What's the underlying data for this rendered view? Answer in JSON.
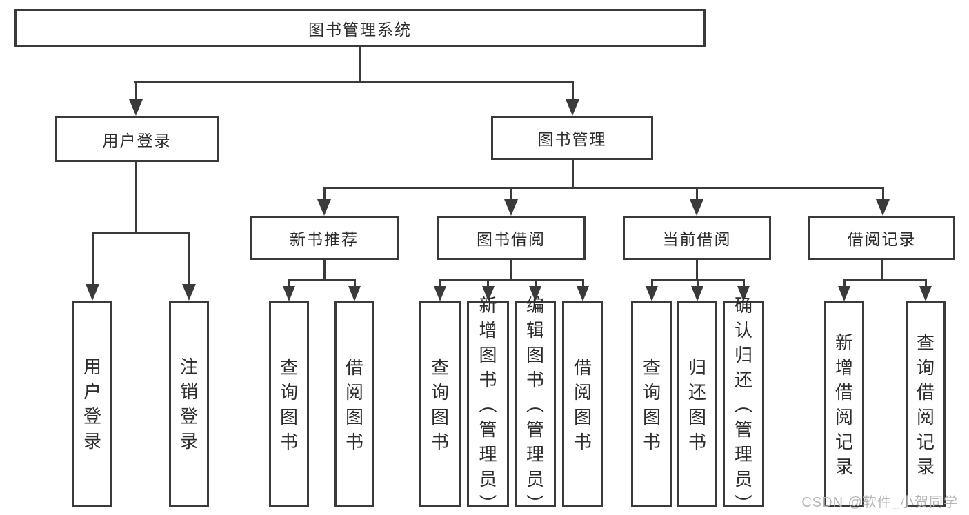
{
  "tree": {
    "root": {
      "label": "图书管理系统"
    },
    "user_login": {
      "label": "用户登录",
      "children": [
        {
          "label": "用户登录"
        },
        {
          "label": "注销登录"
        }
      ]
    },
    "book_management": {
      "label": "图书管理"
    },
    "new_book_recommend": {
      "label": "新书推荐",
      "children": [
        {
          "label": "查询图书"
        },
        {
          "label": "借阅图书"
        }
      ]
    },
    "book_borrow": {
      "label": "图书借阅",
      "children": [
        {
          "label": "查询图书"
        },
        {
          "label": "新增图书（管理员）"
        },
        {
          "label": "编辑图书（管理员）"
        },
        {
          "label": "借阅图书"
        }
      ]
    },
    "current_borrow": {
      "label": "当前借阅",
      "children": [
        {
          "label": "查询图书"
        },
        {
          "label": "归还图书"
        },
        {
          "label": "确认归还（管理员）"
        }
      ]
    },
    "borrow_records": {
      "label": "借阅记录",
      "children": [
        {
          "label": "新增借阅记录"
        },
        {
          "label": "查询借阅记录"
        }
      ]
    }
  },
  "watermark": "CSDN @软件_小贺同学",
  "colors": {
    "line": "#3a3a3a",
    "text": "#2d2d2d",
    "background": "#ffffff",
    "watermark": "#b5b5b5"
  }
}
